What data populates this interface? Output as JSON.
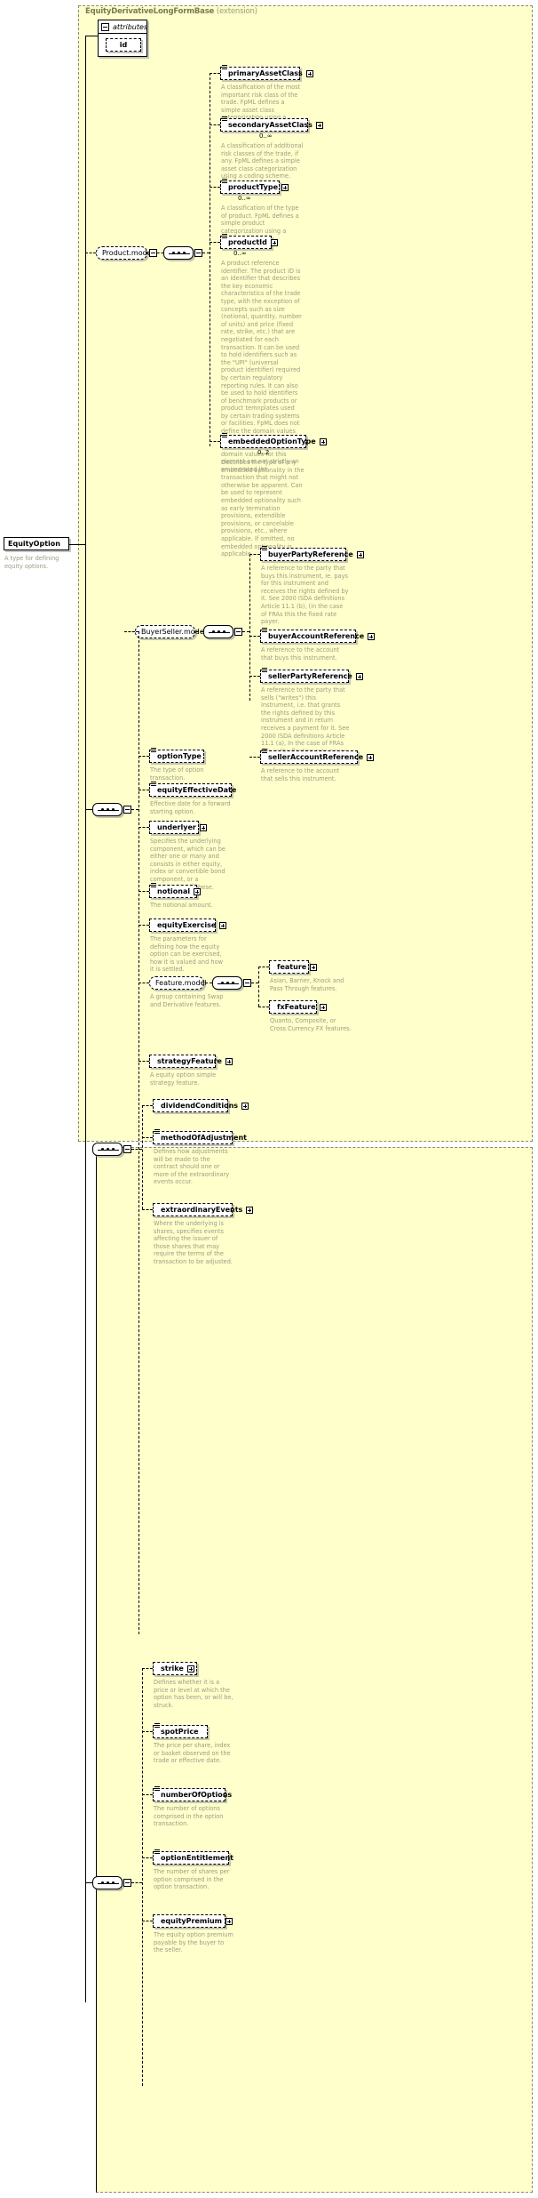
{
  "diagram": {
    "kind": "xsd-schema-diagram",
    "extension_container": {
      "title": "EquityDerivativeLongFormBase",
      "kind_label": "(extension)"
    },
    "root_element": {
      "name": "EquityOption",
      "doc": "A type for defining equity options."
    },
    "attributes_group": {
      "label": "attributes",
      "items": [
        {
          "name": "id"
        }
      ]
    },
    "models": {
      "product": "Product.model",
      "buyer_seller": "BuyerSeller.model",
      "feature": "Feature.model"
    },
    "cardinality": {
      "zero_to_many": "0..∞",
      "zero_to_two": "0..2"
    },
    "product_children": [
      {
        "name": "primaryAssetClass",
        "expandable": true,
        "annotated": true,
        "card": "",
        "doc": "A classification of the most important risk class of the trade. FpML defines a simple asset class categorization using a coding scheme."
      },
      {
        "name": "secondaryAssetClass",
        "expandable": true,
        "annotated": true,
        "card": "0..∞",
        "doc": "A classification of additional risk classes of the trade, if any. FpML defines a simple asset class categorization using a coding scheme."
      },
      {
        "name": "productType",
        "expandable": true,
        "annotated": true,
        "card": "0..∞",
        "doc": "A classification of the type of product. FpML defines a simple product categorization using a coding scheme."
      },
      {
        "name": "productId",
        "expandable": true,
        "annotated": true,
        "card": "0..∞",
        "doc": "A product reference identifier. The product ID is an identifier that describes the key economic characteristics of the trade type, with the exception of concepts such as size (notional, quantity, number of units) and price (fixed rate, strike, etc.) that are negotiated for each transaction. It can be used to hold identifiers such as the \"UPI\" (universal product identifier) required by certain regulatory reporting rules. It can also be used to hold identifiers of benchmark products or product temnplates used by certain trading systems or facilities. FpML does not define the domain values associated with this element. Note that the domain values for this element are not strictly an enumerated list."
      },
      {
        "name": "embeddedOptionType",
        "expandable": true,
        "annotated": true,
        "card": "0..2",
        "doc": "Describes the type of any embedded optionality in the transaction that might not otherwise be apparent. Can be used to represent embedded optionality such as early termination provisions, extendible provisions, or cancelable provisions, etc., where applicable. If omitted, no embedded optionality is applicable."
      }
    ],
    "buyer_seller_children": [
      {
        "name": "buyerPartyReference",
        "expandable": true,
        "annotated": true,
        "doc": "A reference to the party that buys this instrument, ie. pays for this instrument and receives the rights defined by it. See 2000 ISDA definitions Article 11.1 (b), (in the case of FRAs this the fixed rate payer."
      },
      {
        "name": "buyerAccountReference",
        "expandable": true,
        "annotated": true,
        "doc": "A reference to the account that buys this instrument."
      },
      {
        "name": "sellerPartyReference",
        "expandable": true,
        "annotated": true,
        "doc": "A reference to the party that sells (\"writes\") this instrument, i.e. that grants the rights defined by this instrument and in return receives a payment for it. See 2000 ISDA definitions Article 11.1 (a), In the case of FRAs this is the floating rate payer."
      },
      {
        "name": "sellerAccountReference",
        "expandable": true,
        "annotated": true,
        "doc": "A reference to the account that sells this instrument."
      }
    ],
    "equity_option_children": [
      {
        "name": "optionType",
        "expandable": false,
        "annotated": true,
        "doc": "The type of option transaction."
      },
      {
        "name": "equityEffectiveDate",
        "expandable": false,
        "annotated": true,
        "doc": "Effective date for a forward starting option."
      },
      {
        "name": "underlyer",
        "expandable": true,
        "annotated": false,
        "doc": "Specifies the underlying component, which can be either one or many and consists in either equity, index or convertible bond component, or a combination of these."
      },
      {
        "name": "notional",
        "expandable": true,
        "annotated": true,
        "doc": "The notional amount."
      },
      {
        "name": "equityExercise",
        "expandable": true,
        "annotated": false,
        "doc": "The parameters for defining how the equity option can be exercised, how it is valued and how it is settled."
      }
    ],
    "feature_children": [
      {
        "name": "feature",
        "expandable": true,
        "annotated": false,
        "doc": "Asian, Barrier, Knock and Pass Through features."
      },
      {
        "name": "fxFeature",
        "expandable": true,
        "annotated": false,
        "doc": "Quanto, Composite, or Cross Currency FX features."
      }
    ],
    "feature_model_doc": "A group containing Swap and Derivative features.",
    "post_feature_children": [
      {
        "name": "strategyFeature",
        "expandable": true,
        "annotated": false,
        "doc": "A equity option simple strategy feature."
      },
      {
        "name": "dividendConditions",
        "expandable": true,
        "annotated": false,
        "doc": ""
      },
      {
        "name": "methodOfAdjustment",
        "expandable": false,
        "annotated": true,
        "doc": "Defines how adjustments will be made to the contract should one or more of the extraordinary events occur."
      },
      {
        "name": "extraordinaryEvents",
        "expandable": true,
        "annotated": false,
        "doc": "Where the underlying is shares, specifies events affecting the issuer of those shares that may require the terms of the transaction to be adjusted."
      }
    ],
    "option_terms_children": [
      {
        "name": "strike",
        "expandable": true,
        "annotated": false,
        "doc": "Defines whether it is a price or level at which the option has been, or will be, struck."
      },
      {
        "name": "spotPrice",
        "expandable": false,
        "annotated": true,
        "doc": "The price per share, index or basket observed on the trade or effective date."
      },
      {
        "name": "numberOfOptions",
        "expandable": false,
        "annotated": true,
        "doc": "The number of options comprised in the option transaction."
      },
      {
        "name": "optionEntitlement",
        "expandable": false,
        "annotated": true,
        "doc": "The number of shares per option comprised in the option transaction."
      },
      {
        "name": "equityPremium",
        "expandable": true,
        "annotated": false,
        "doc": "The equity option premium payable by the buyer to the seller."
      }
    ],
    "colors": {
      "container_fill": "#ffffcc",
      "container_border": "#8a8a6a",
      "node_fill": "#ffffff",
      "doc_text": "#9c9c84",
      "title_text": "#7a7a55"
    }
  }
}
